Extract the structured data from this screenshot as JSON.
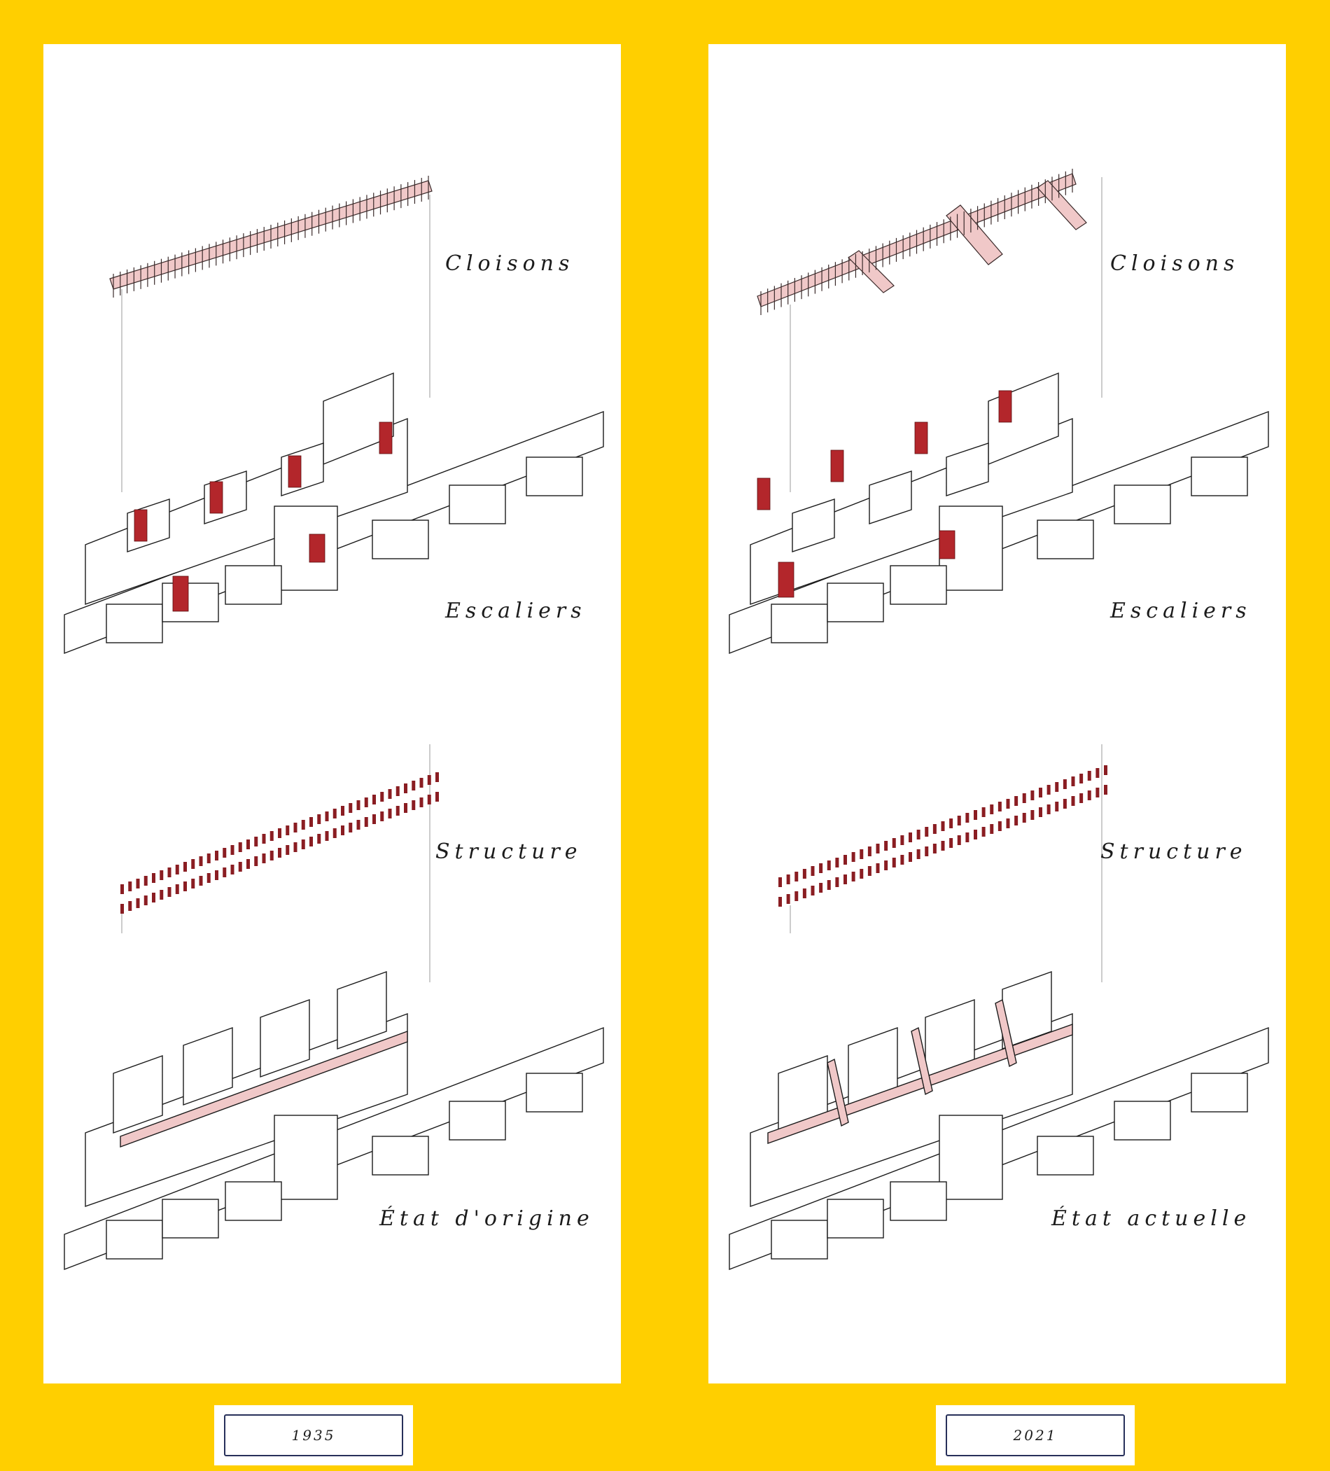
{
  "colors": {
    "background": "#FFCF00",
    "partition_fill": "#f0c8c8",
    "stair_red": "#b3262b",
    "structure_red": "#8a1d22",
    "ink": "#1b1b1b"
  },
  "panels": [
    {
      "id": "original",
      "labels": {
        "cloisons": "Cloisons",
        "escaliers": "Escaliers",
        "structure": "Structure",
        "etat": "État d'origine"
      },
      "year": "1935"
    },
    {
      "id": "current",
      "labels": {
        "cloisons": "Cloisons",
        "escaliers": "Escaliers",
        "structure": "Structure",
        "etat": "État actuelle"
      },
      "year": "2021"
    }
  ]
}
